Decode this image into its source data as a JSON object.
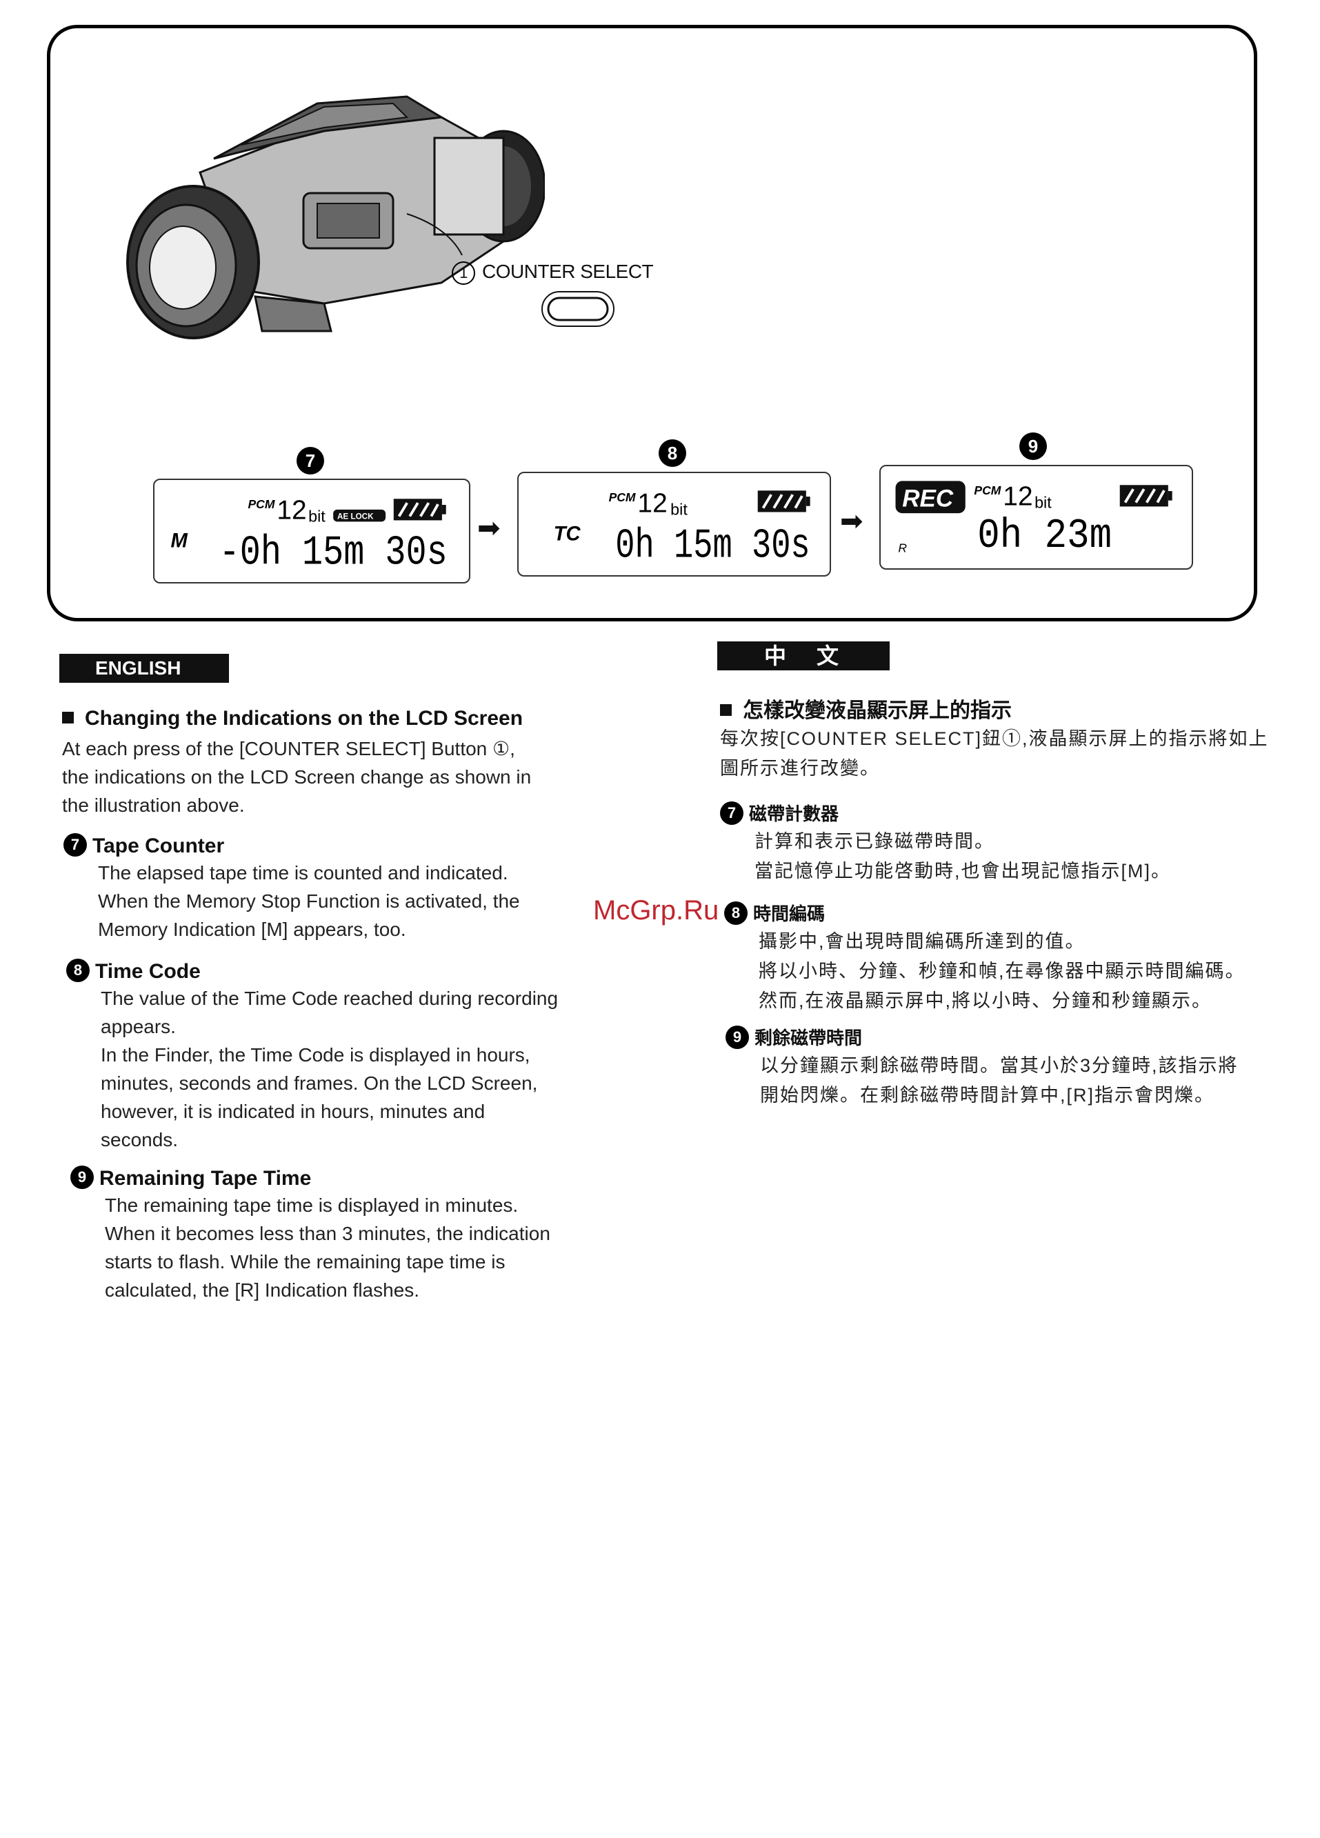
{
  "figure": {
    "callout_number": "1",
    "callout_label": "COUNTER SELECT",
    "steps": [
      {
        "number": "7",
        "mode": "M",
        "pcm": "PCM",
        "bit_value": "12",
        "bit": "bit",
        "ae_lock": "AE LOCK",
        "time": "-0h 15m 30s"
      },
      {
        "number": "8",
        "mode": "TC",
        "pcm": "PCM",
        "bit_value": "12",
        "bit": "bit",
        "time": "0h 15m 30s"
      },
      {
        "number": "9",
        "rec": "REC",
        "mode": "R",
        "pcm": "PCM",
        "bit_value": "12",
        "bit": "bit",
        "time": "0h 23m"
      }
    ]
  },
  "english": {
    "tag": "ENGLISH",
    "heading": "Changing the Indications on the LCD Screen",
    "intro": [
      "At each press of the [COUNTER SELECT] Button ①,",
      "the indications on the LCD Screen change as shown in",
      "the illustration above."
    ],
    "sections": [
      {
        "number": "7",
        "title": "Tape Counter",
        "lines": [
          "The elapsed tape time is counted and indicated.",
          "When the Memory Stop Function is activated, the",
          "Memory Indication [M] appears, too."
        ]
      },
      {
        "number": "8",
        "title": "Time Code",
        "lines": [
          "The value of the Time Code reached during recording",
          "appears.",
          "In the Finder, the Time Code is displayed in hours,",
          "minutes, seconds and frames. On the LCD Screen,",
          "however, it is indicated in hours, minutes and",
          "seconds."
        ]
      },
      {
        "number": "9",
        "title": "Remaining Tape Time",
        "lines": [
          "The remaining tape time is displayed in minutes.",
          "When it becomes less than 3 minutes, the indication",
          "starts to flash. While the remaining tape time is",
          "calculated, the [R] Indication flashes."
        ]
      }
    ]
  },
  "chinese": {
    "tag": "中　文",
    "heading": "怎樣改變液晶顯示屏上的指示",
    "intro": [
      "每次按[COUNTER SELECT]鈕①,液晶顯示屏上的指示將如上",
      "圖所示進行改變。"
    ],
    "sections": [
      {
        "number": "7",
        "title": "磁帶計數器",
        "lines": [
          "計算和表示已錄磁帶時間。",
          "當記憶停止功能啓動時,也會出現記憶指示[M]。"
        ]
      },
      {
        "number": "8",
        "title": "時間編碼",
        "lines": [
          "攝影中,會出現時間編碼所達到的值。",
          "將以小時、分鐘、秒鐘和幀,在尋像器中顯示時間編碼。",
          "然而,在液晶顯示屏中,將以小時、分鐘和秒鐘顯示。"
        ]
      },
      {
        "number": "9",
        "title": "剩餘磁帶時間",
        "lines": [
          "以分鐘顯示剩餘磁帶時間。當其小於3分鐘時,該指示將",
          "開始閃爍。在剩餘磁帶時間計算中,[R]指示會閃爍。"
        ]
      }
    ]
  },
  "watermark": "McGrp.Ru"
}
